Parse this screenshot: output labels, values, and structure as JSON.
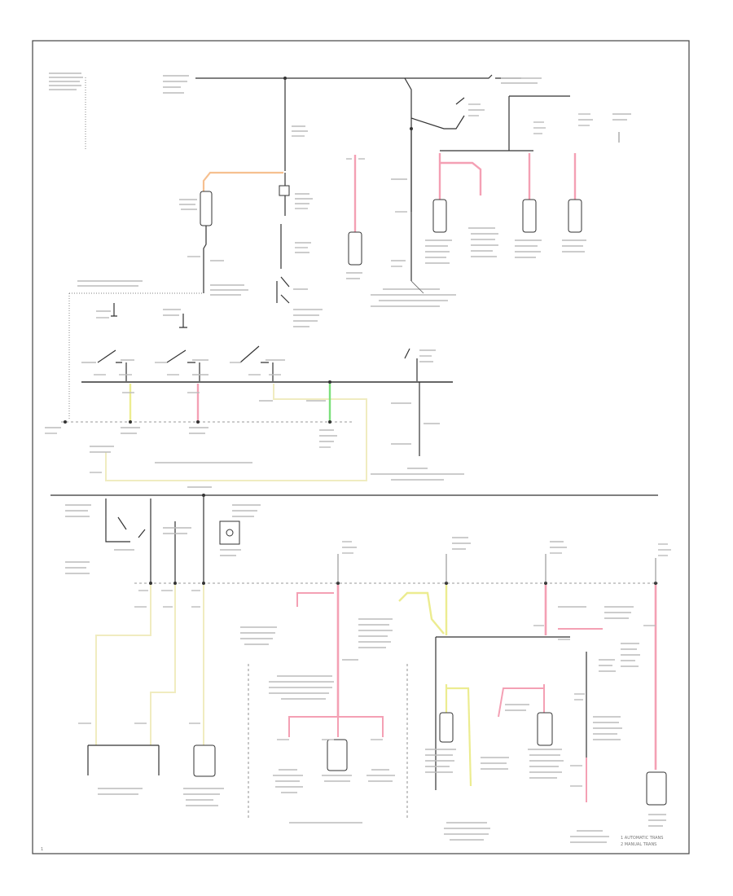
{
  "page_number": "1",
  "legend": {
    "items": [
      "1  AUTOMATIC TRANS",
      "2  MANUAL TRANS"
    ]
  },
  "colors": {
    "wire": "#333333",
    "pink": "#f4a0b4",
    "yellow": "#ecec90",
    "orange": "#f6c090",
    "green": "#7ce07c",
    "cream": "#f0ecc0"
  }
}
